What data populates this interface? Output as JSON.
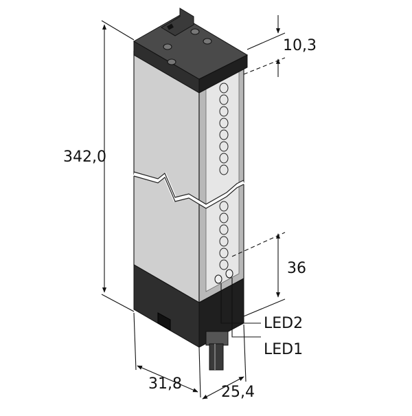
{
  "dimensions": {
    "height_total": "342,0",
    "top_offset": "10,3",
    "led_spacing": "36",
    "depth": "31,8",
    "width": "25,4"
  },
  "callouts": {
    "led2": "LED2",
    "led1": "LED1"
  },
  "colors": {
    "housing_face": "#cfcfcf",
    "housing_side": "#a9a9a9",
    "cap": "#2b2b2b",
    "cap_top": "#555555",
    "window": "#e3e3e3",
    "lines": "#111111"
  }
}
